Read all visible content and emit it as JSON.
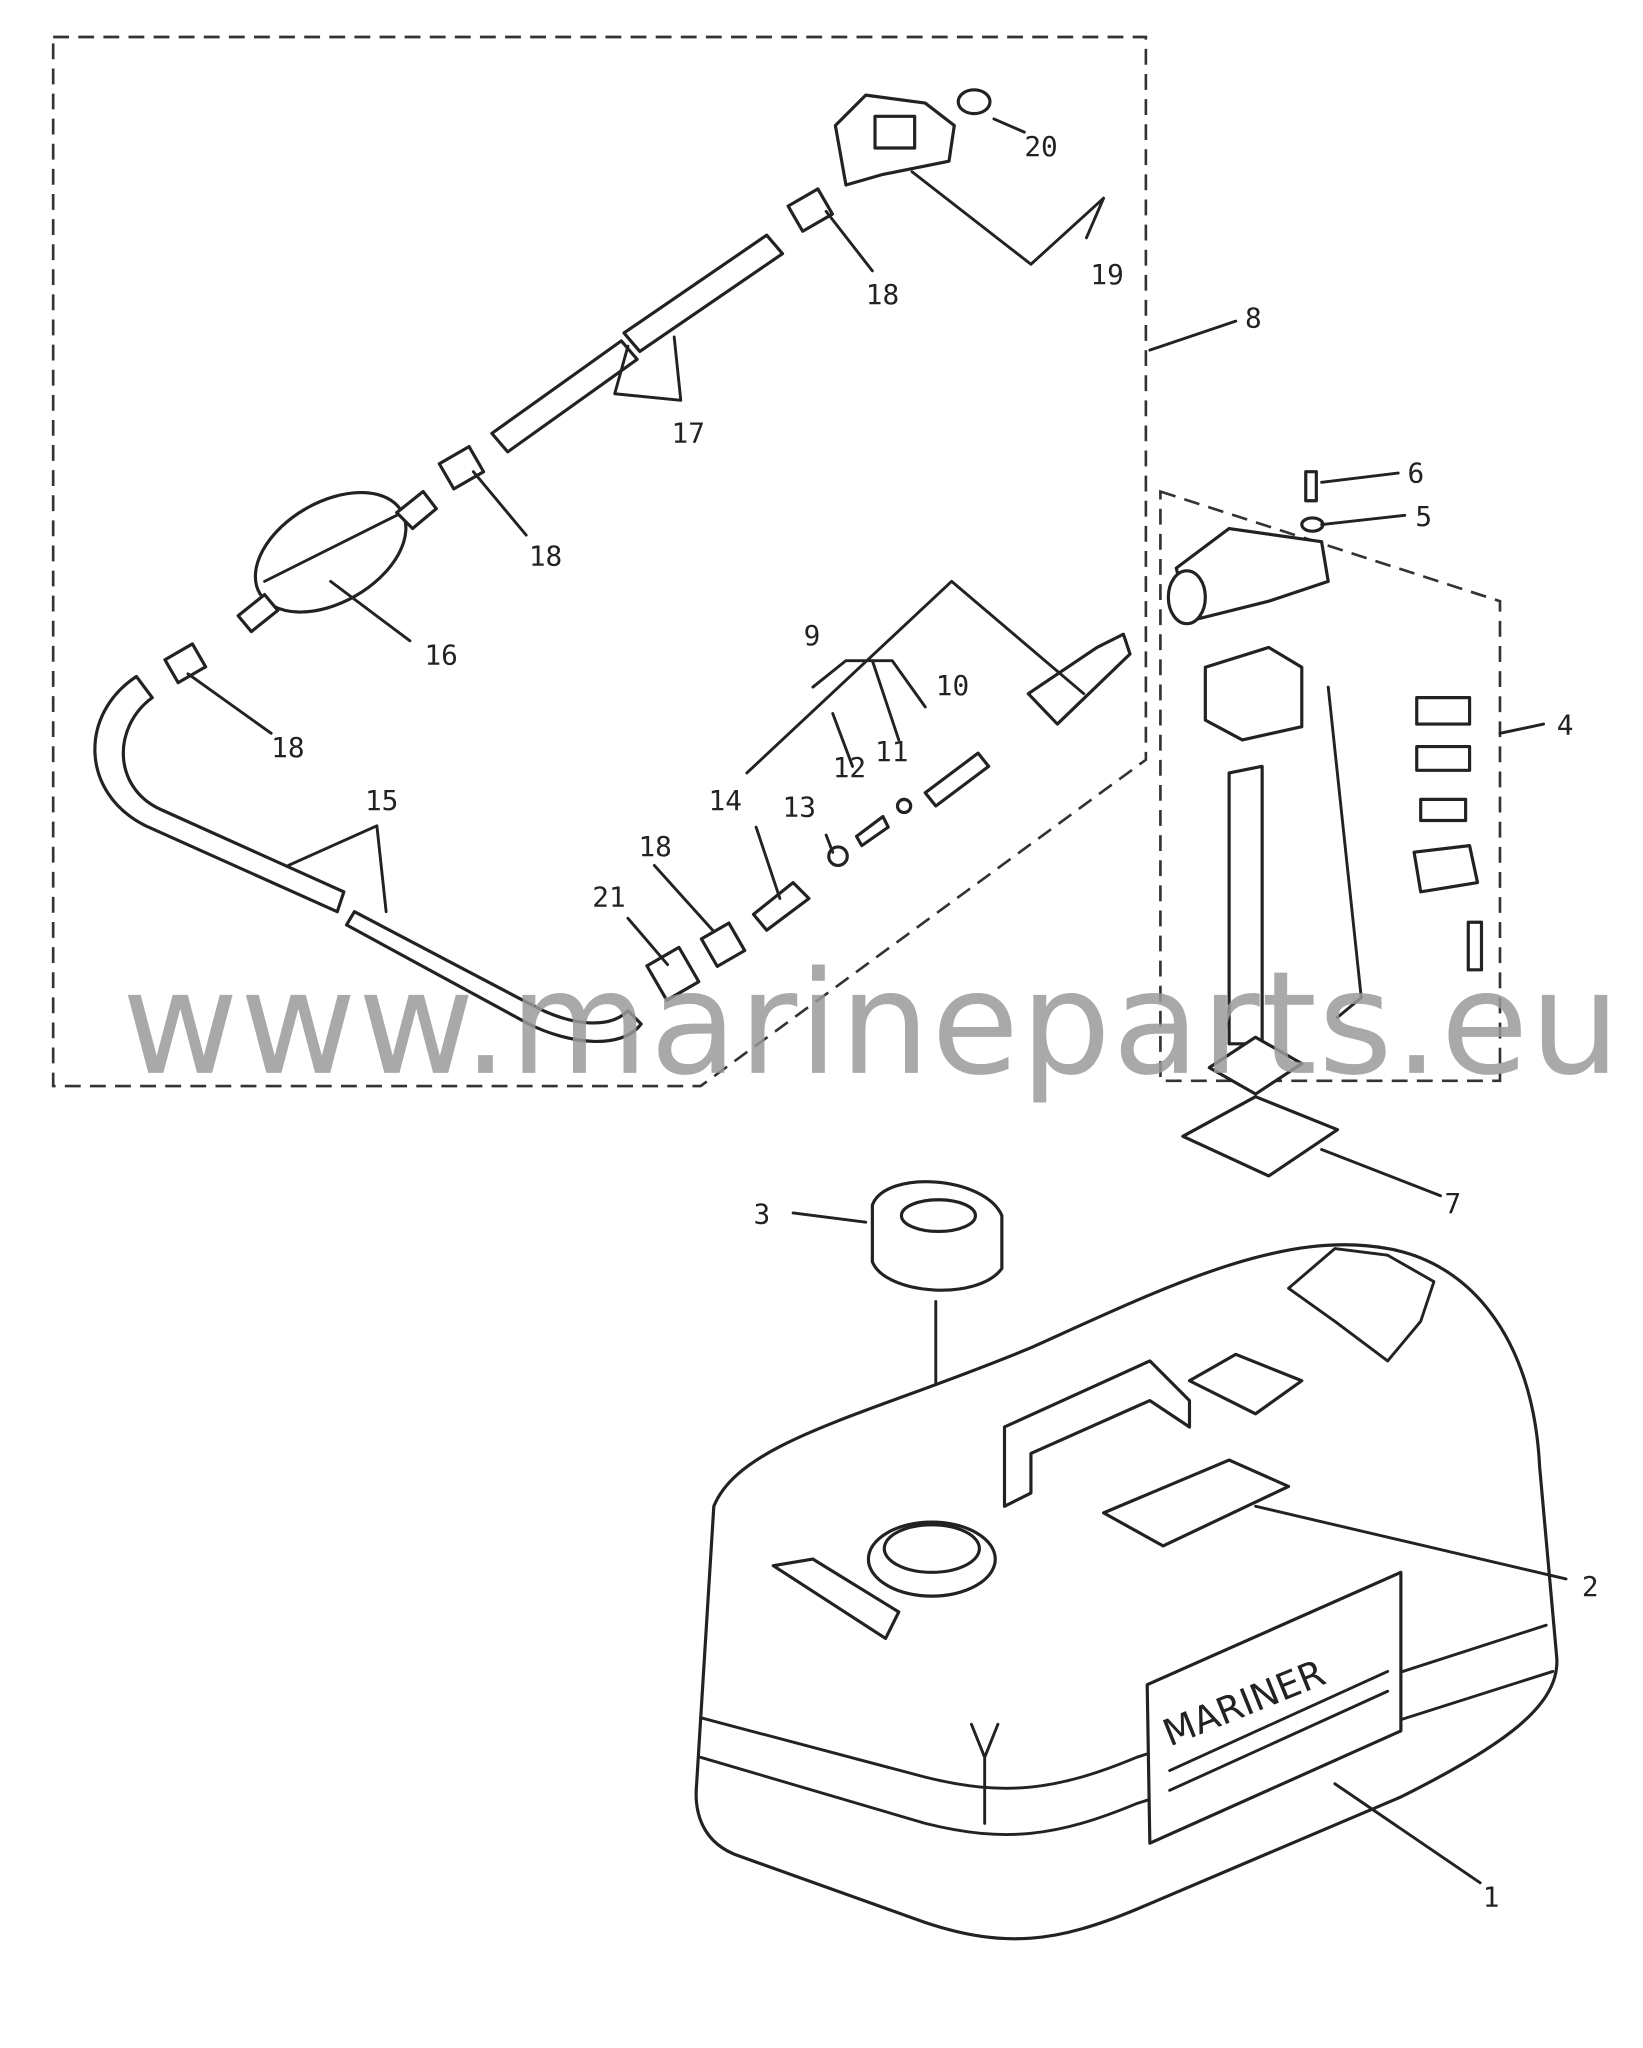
{
  "diagram": {
    "callouts": {
      "c1": "1",
      "c2": "2",
      "c3": "3",
      "c4": "4",
      "c5": "5",
      "c6": "6",
      "c7": "7",
      "c8": "8",
      "c9": "9",
      "c10": "10",
      "c11": "11",
      "c12": "12",
      "c13": "13",
      "c14": "14",
      "c15": "15",
      "c16": "16",
      "c17": "17",
      "c18a": "18",
      "c18b": "18",
      "c18c": "18",
      "c18d": "18",
      "c19": "19",
      "c20": "20",
      "c21": "21"
    },
    "tank_label": "MARINER",
    "watermark": "www.marineparts.eu"
  }
}
